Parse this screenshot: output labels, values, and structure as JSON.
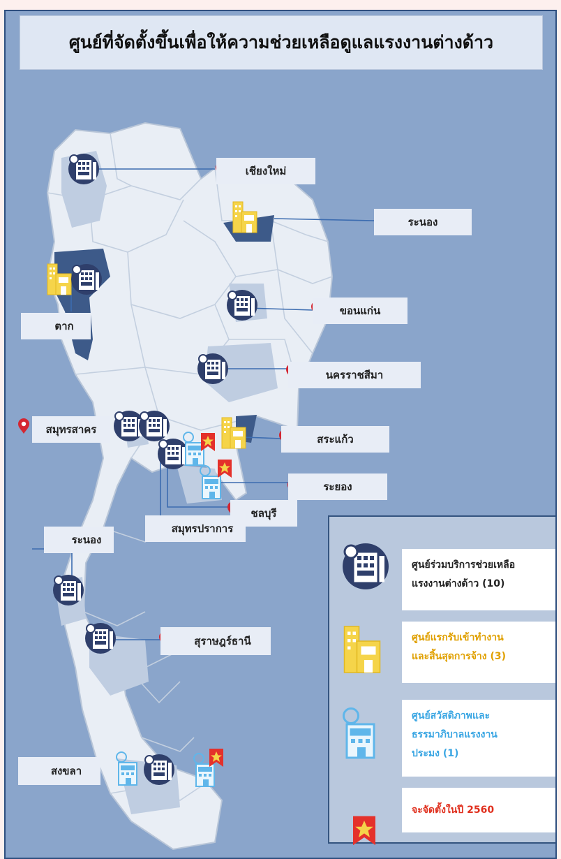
{
  "title": "ศูนย์ที่จัดตั้งขึ้นเพื่อให้ความช่วยเหลือดูแลแรงงานต่างด้าว",
  "colors": {
    "background": "#8aa5cb",
    "land": "#e9eef5",
    "highlight_province": "#3d5a89",
    "pin": "#d42631",
    "navy_center": "#2f3f6b",
    "yellow_center": "#f5d44a",
    "blue_center": "#5fb6ea",
    "star_flag": "#e4312b",
    "legend_yellow_text": "#e0a000",
    "legend_red_text": "#e0301e"
  },
  "provinces": {
    "chiangmai": "เชียงใหม่",
    "nongkhai": "ระนอง",
    "khonkaen": "ขอนแก่น",
    "tak": "ตาก",
    "korat": "นครราชสีมา",
    "samutsakhon": "สมุทรสาคร",
    "sakaeo": "สระแก้ว",
    "rayong": "ระยอง",
    "chonburi": "ชลบุรี",
    "samutprakan": "สมุทรปราการ",
    "ranong": "ระนอง",
    "suratthani": "สุราษฎร์ธานี",
    "songkhla": "สงขลา"
  },
  "legend": {
    "navy": {
      "line1": "ศูนย์ร่วมบริการช่วยเหลือ",
      "line2": "แรงงานต่างด้าว (10)"
    },
    "yellow": {
      "line1": "ศูนย์แรกรับเข้าทำงาน",
      "line2": "และสิ้นสุดการจ้าง (3)"
    },
    "blue": {
      "line1": "ศูนย์สวัสดิภาพและ",
      "line2": "ธรรมาภิบาลแรงงาน",
      "line3": "ประมง (1)"
    },
    "star": {
      "line1": "จะจัดตั้งในปี 2560"
    }
  },
  "icons": {
    "building_sign": "FLEC",
    "center_navy": "building-badge-icon",
    "center_yellow": "twin-tower-icon",
    "center_blue": "ship-wheel-building-icon",
    "planned": "star-flag-icon",
    "location": "map-pin-icon"
  }
}
